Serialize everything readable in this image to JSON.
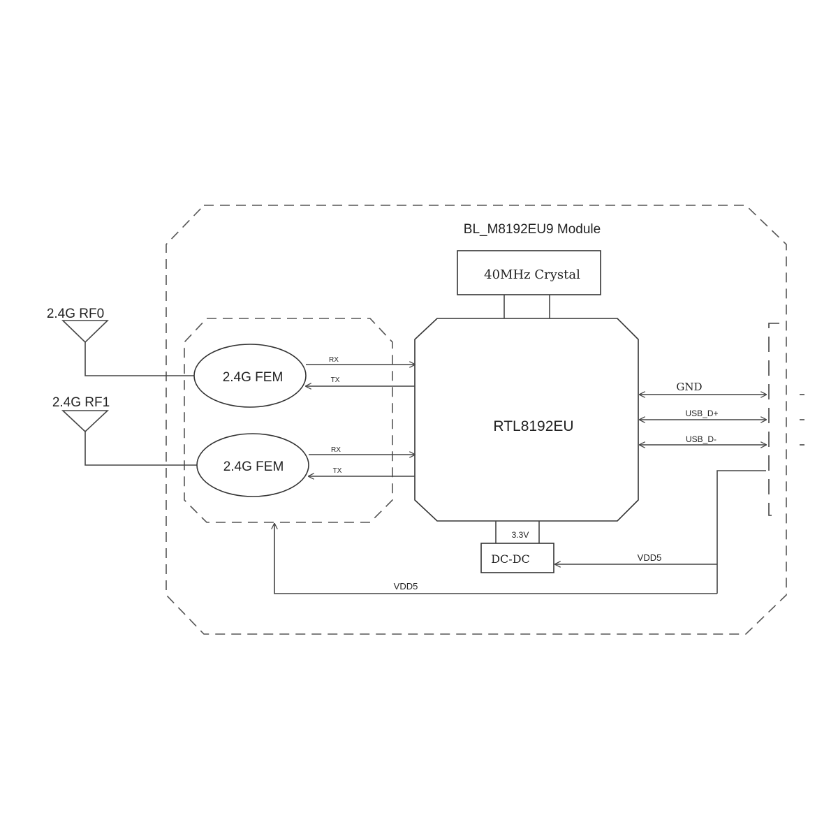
{
  "module": {
    "title": "BL_M8192EU9 Module"
  },
  "crystal": {
    "label": "40MHz Crystal"
  },
  "chip": {
    "label": "RTL8192EU"
  },
  "antennas": [
    {
      "label": "2.4G RF0"
    },
    {
      "label": "2.4G RF1"
    }
  ],
  "fems": [
    {
      "label": "2.4G FEM",
      "rx": "RX",
      "tx": "TX"
    },
    {
      "label": "2.4G FEM",
      "rx": "RX",
      "tx": "TX"
    }
  ],
  "signals": {
    "gnd": "GND",
    "usb_dp": "USB_D+",
    "usb_dm": "USB_D-"
  },
  "power": {
    "v33": "3.3V",
    "dcdc": "DC-DC",
    "vdd5_dcdc": "VDD5",
    "vdd5_fem": "VDD5"
  },
  "colors": {
    "line": "#444444",
    "text": "#222222"
  }
}
